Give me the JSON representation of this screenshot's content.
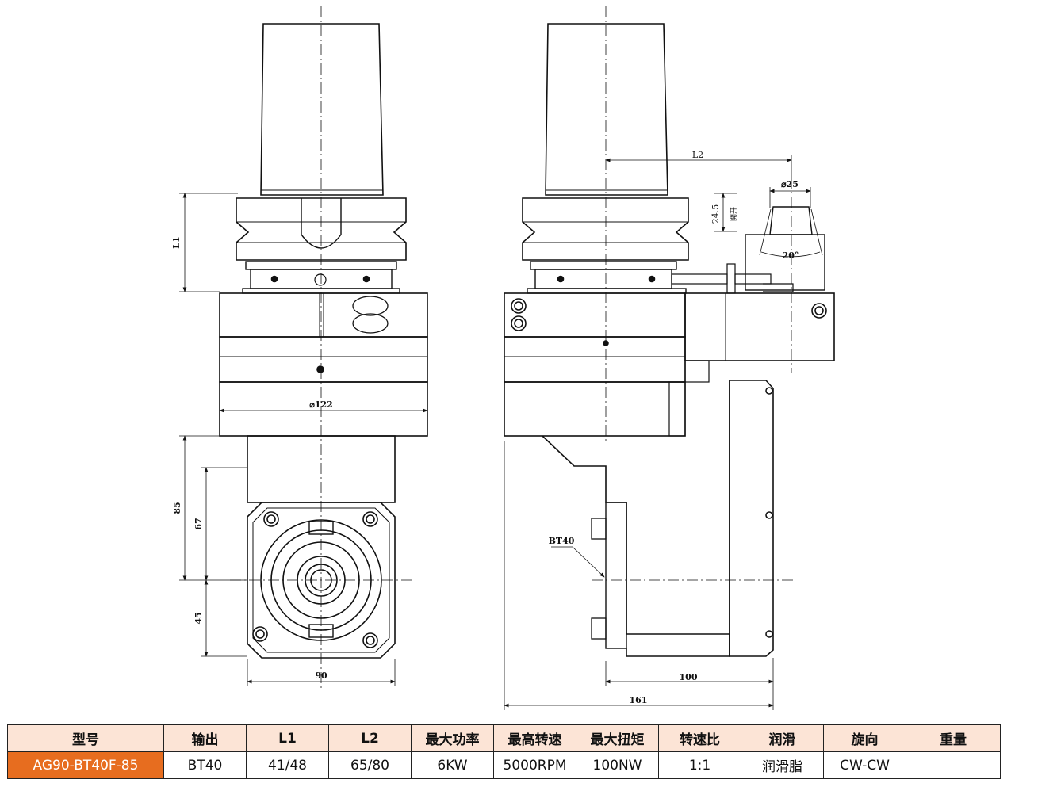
{
  "drawing": {
    "labels": {
      "l1": "L1",
      "l2": "L2",
      "dia122": "⌀122",
      "dia25": "⌀25",
      "angle20": "20°",
      "d24_5": "24.5",
      "open": "開开",
      "d85": "85",
      "d67": "67",
      "d45": "45",
      "d90": "90",
      "d100": "100",
      "d161": "161",
      "bt40": "BT40"
    }
  },
  "table": {
    "headers": [
      "型号",
      "输出",
      "L1",
      "L2",
      "最大功率",
      "最高转速",
      "最大扭矩",
      "转速比",
      "润滑",
      "旋向",
      "重量"
    ],
    "row": [
      "AG90-BT40F-85",
      "BT40",
      "41/48",
      "65/80",
      "6KW",
      "5000RPM",
      "100NW",
      "1:1",
      "润滑脂",
      "CW-CW",
      ""
    ]
  },
  "colors": {
    "header_bg": "#fce4d6",
    "model_bg": "#e76d1f",
    "line": "#111111"
  }
}
